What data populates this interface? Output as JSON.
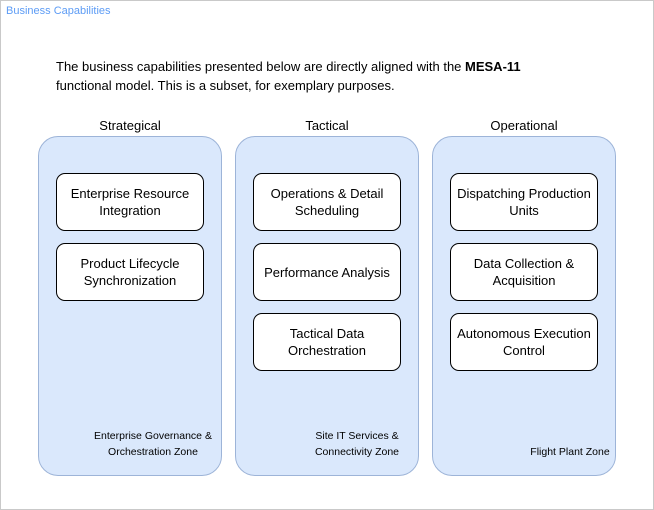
{
  "tab": {
    "label": "Business Capabilities"
  },
  "intro": {
    "text_before": "The business capabilities presented below are directly aligned with the ",
    "highlight": "MESA-11",
    "text_after": " functional model. This is a subset, for exemplary purposes."
  },
  "colors": {
    "tab-accent": "#5d9cf5",
    "panel-fill": "#dae8fc",
    "panel-stroke": "#9db4d8",
    "box-fill": "#ffffff",
    "box-stroke": "#000000",
    "canvas-border": "#c9c9c9"
  },
  "columns": [
    {
      "header": "Strategical",
      "boxes": [
        "Enterprise Resource Integration",
        "Product Lifecycle Synchronization"
      ],
      "zone_label": "Enterprise Governance & Orchestration Zone"
    },
    {
      "header": "Tactical",
      "boxes": [
        "Operations & Detail Scheduling",
        "Performance Analysis",
        "Tactical Data Orchestration"
      ],
      "zone_label": "Site IT Services & Connectivity Zone"
    },
    {
      "header": "Operational",
      "boxes": [
        "Dispatching Production Units",
        "Data Collection & Acquisition",
        "Autonomous Execution Control"
      ],
      "zone_label": "Flight Plant Zone"
    }
  ]
}
